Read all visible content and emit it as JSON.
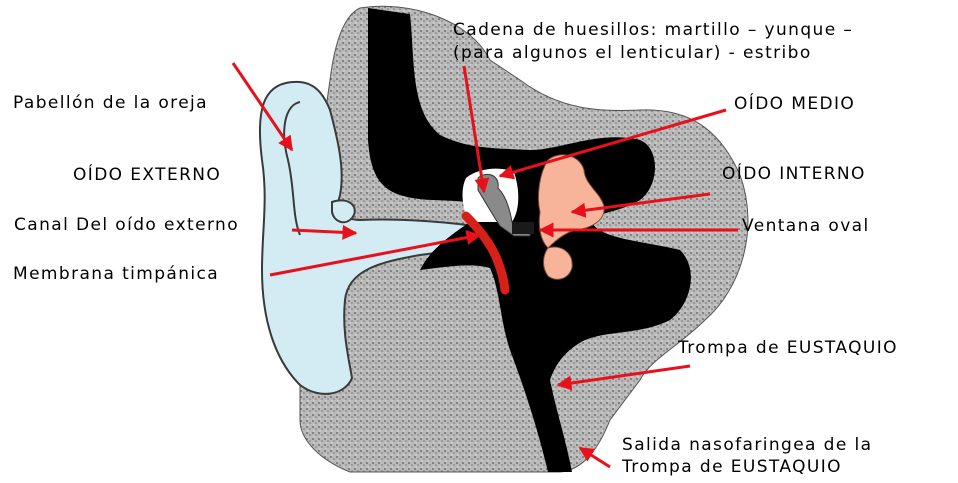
{
  "labels": {
    "ossicles_line1": "Cadena de huesillos: martillo – yunque –",
    "ossicles_line2": "(para algunos el lenticular) - estribo",
    "pinna": "Pabellón de la oreja",
    "middle_ear": "OÍDO MEDIO",
    "outer_ear": "OÍDO EXTERNO",
    "inner_ear": "OÍDO INTERNO",
    "ear_canal": "Canal Del oído externo",
    "oval_window": "Ventana oval",
    "eardrum": "Membrana timpánica",
    "eustachian_tube": "Trompa de EUSTAQUIO",
    "nasopharyngeal_line1": "Salida nasofaringea de la",
    "nasopharyngeal_line2": "Trompa de EUSTAQUIO"
  },
  "colors": {
    "arrow": "#e8101a",
    "bone": "#8a8a8a",
    "cavity": "#000000",
    "outer_ear_fill": "#d3ecf4",
    "inner_ear_fill": "#f7b49b",
    "eardrum": "#d8201a"
  }
}
